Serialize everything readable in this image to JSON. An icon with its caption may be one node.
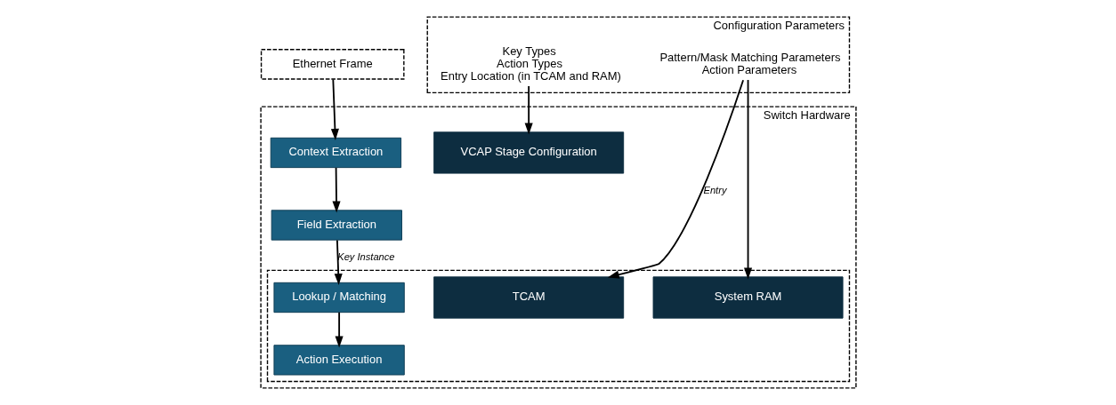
{
  "diagram": {
    "nodes": [
      {
        "text": [
          "Ethernet Frame"
        ]
      },
      {
        "text": [
          "Configuration Parameters"
        ]
      },
      {
        "text": [
          "Key Types",
          "Action Types",
          "Entry Location (in TCAM and RAM)"
        ],
        "in": 1
      },
      {
        "text": [
          "Pattern/Mask Matching Parameters",
          "Action Parameters"
        ],
        "in": 1
      },
      {
        "text": [
          "Switch Hardware"
        ]
      },
      {
        "text": [
          "VCAP Stage Configuration"
        ],
        "in": 4
      },
      {
        "text": [
          "Context Extraction"
        ],
        "in": 4
      },
      {
        "text": [
          "Field Extraction"
        ],
        "in": 4
      },
      {
        "text": [],
        "shape": "box",
        "in": 4
      },
      {
        "text": [
          "TCAM"
        ],
        "in": 8
      },
      {
        "text": [
          "System RAM"
        ],
        "in": 8
      },
      {
        "text": [
          "Lookup / Matching"
        ],
        "in": 8
      },
      {
        "text": [
          "Action Execution"
        ],
        "in": 8
      }
    ],
    "edges": [
      {
        "from": 0,
        "to": 6,
        "arrow": "to"
      },
      {
        "from": 6,
        "to": 7,
        "arrow": "to"
      },
      {
        "from": 7,
        "to": 11,
        "arrow": "to",
        "label": "Key Instance"
      },
      {
        "from": 11,
        "to": 12,
        "arrow": "to"
      },
      {
        "from": 2,
        "to": 5,
        "arrow": "to"
      },
      {
        "from": 3,
        "to": 9,
        "arrow": "to",
        "label": "Entry"
      },
      {
        "from": 3,
        "to": 10,
        "arrow": "to"
      }
    ]
  }
}
